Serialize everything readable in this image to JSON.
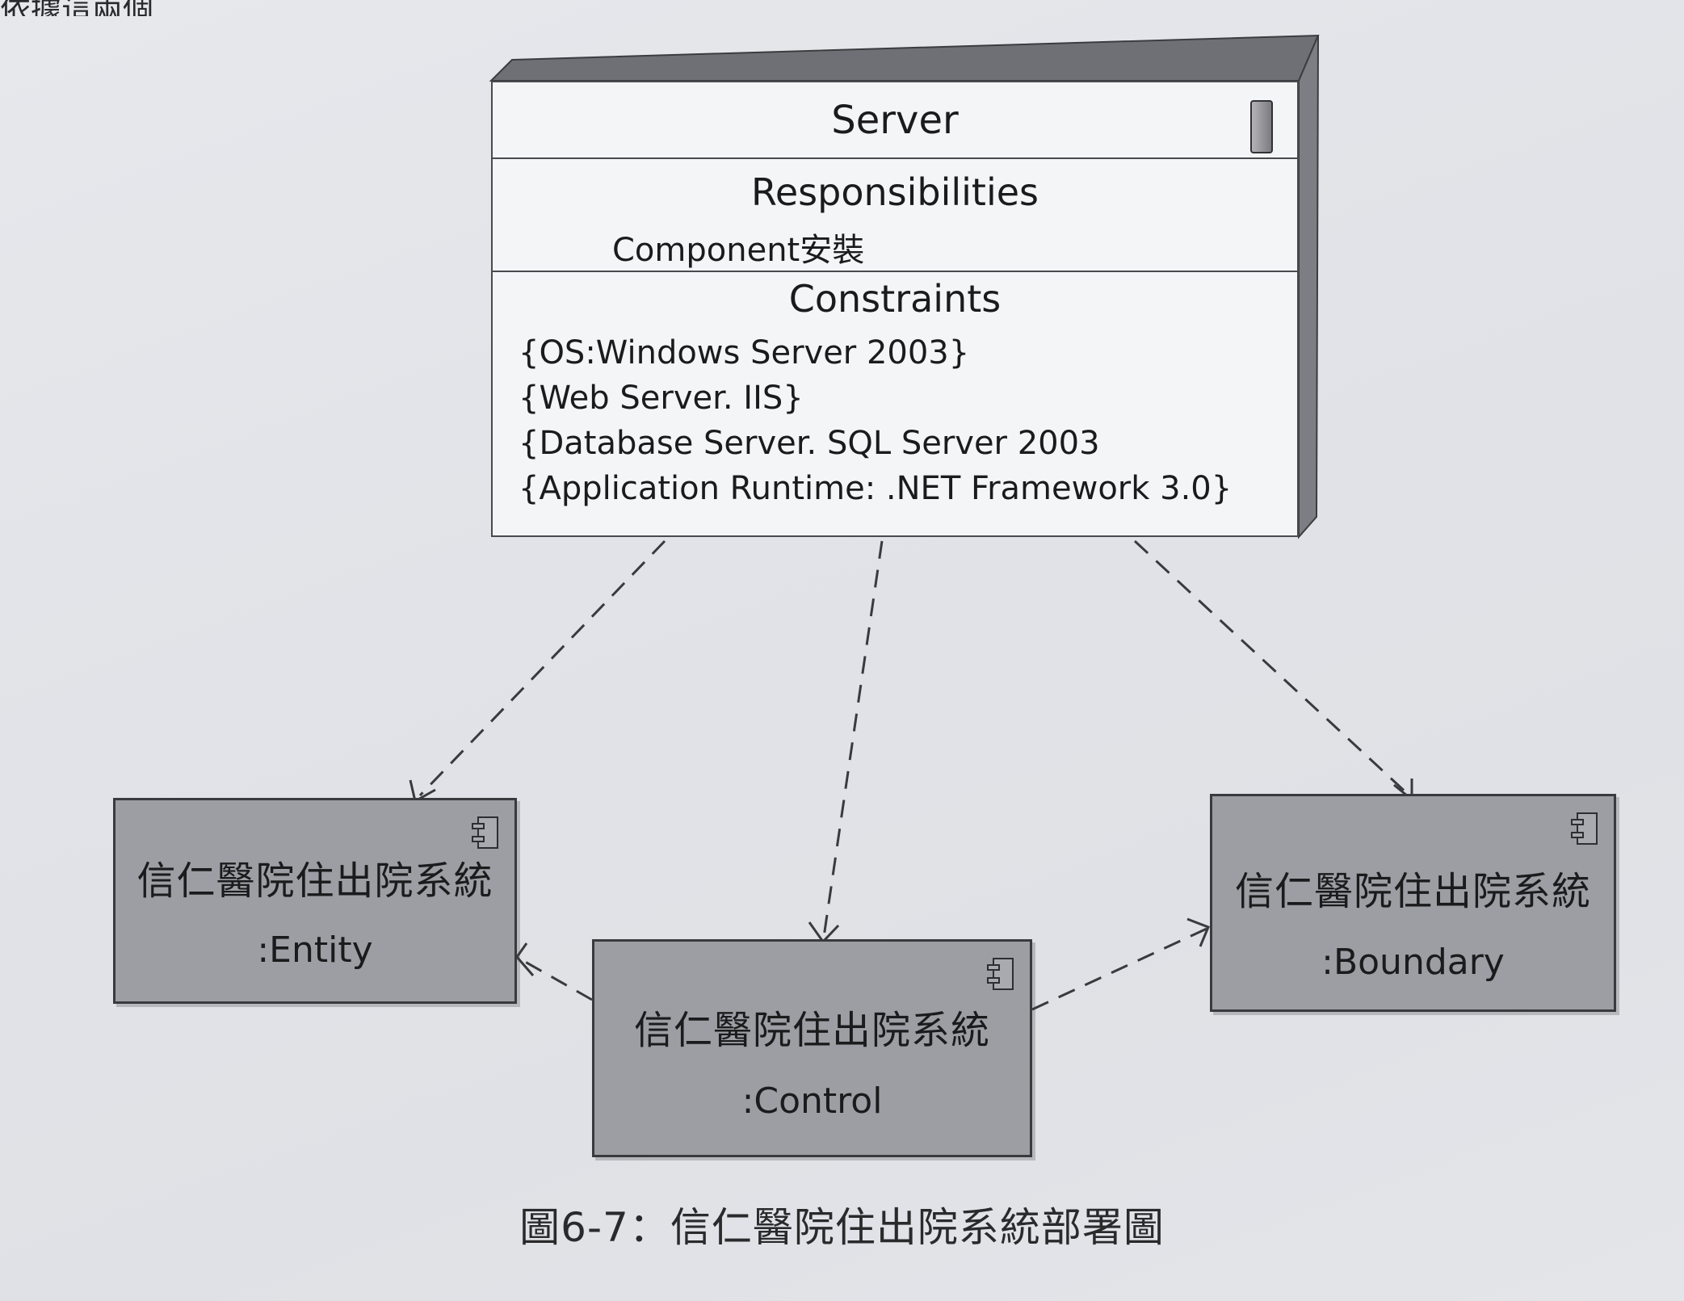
{
  "top_fragment": "依據這兩個",
  "node": {
    "title": "Server",
    "responsibilities": {
      "heading": "Responsibilities",
      "items": [
        "Component安裝"
      ]
    },
    "constraints": {
      "heading": "Constraints",
      "items": [
        "{OS:Windows Server 2003}",
        "{Web Server. IIS}",
        "{Database Server. SQL Server 2003",
        "{Application Runtime: .NET Framework 3.0}"
      ]
    }
  },
  "components": {
    "entity": {
      "name": "信仁醫院住出院系統",
      "stereotype": ":Entity"
    },
    "control": {
      "name": "信仁醫院住出院系統",
      "stereotype": ":Control"
    },
    "boundary": {
      "name": "信仁醫院住出院系統",
      "stereotype": ":Boundary"
    }
  },
  "caption": "圖6-7：信仁醫院住出院系統部署圖",
  "colors": {
    "component_fill": "#9c9ea3",
    "node_fill": "#f4f5f7",
    "line": "#3a3a3e"
  }
}
